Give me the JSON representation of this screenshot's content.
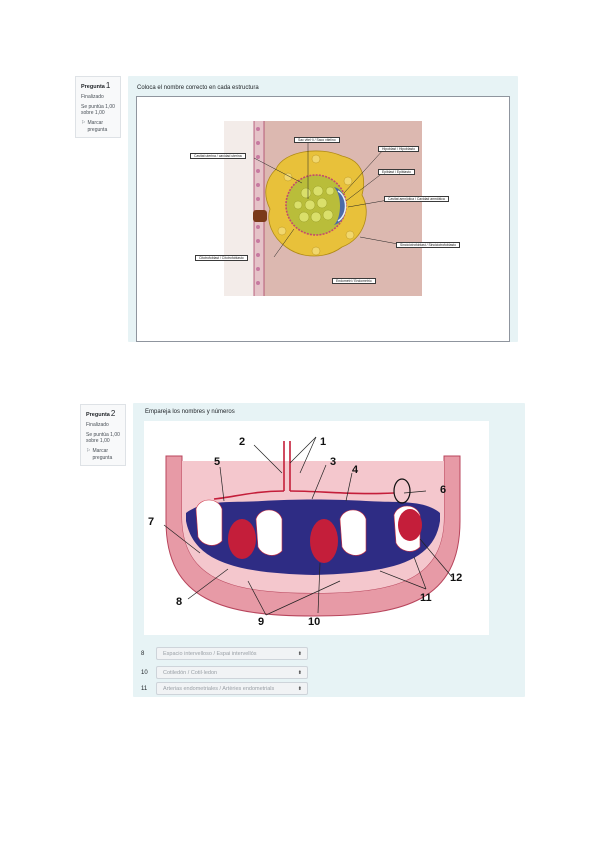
{
  "question1": {
    "label": "Pregunta",
    "number": "1",
    "state": "Finalizado",
    "grade": "Se puntúa 1,00 sobre 1,00",
    "flag": "Marcar pregunta",
    "prompt": "Coloca el nombre correcto en cada estructura",
    "labels": {
      "saco_vitelino": "Sac vitel·lí / Saco vitelino",
      "cavidad_uterina": "Cavitat uterina / cavidad uterina",
      "hipoblast": "Hipoblast / Hipoblasto",
      "epiblast": "Epiblast / Epiblasto",
      "amniotica": "Cavitat amniòtica / Cavidad amniótica",
      "sinciciotrofoblast": "Sinciciotrofoblast / Sinciciotrofoblasto",
      "citotrofoblast": "Citotrofoblast / Citotrofoblasto",
      "endometri": "Endometri / Endometrio"
    }
  },
  "question2": {
    "label": "Pregunta",
    "number": "2",
    "state": "Finalizado",
    "grade": "Se puntúa 1,00 sobre 1,00",
    "flag": "Marcar pregunta",
    "prompt": "Empareja los nombres y números",
    "diagram_numbers": [
      "1",
      "2",
      "3",
      "4",
      "5",
      "6",
      "7",
      "8",
      "9",
      "10",
      "11",
      "12"
    ],
    "matches": [
      {
        "num": "8",
        "value": "Espacio intervelloso / Espai intervellós"
      },
      {
        "num": "10",
        "value": "Cotiledón / Cotil·ledon"
      },
      {
        "num": "11",
        "value": "Arterias endometriales / Artèries endometrials"
      }
    ]
  }
}
